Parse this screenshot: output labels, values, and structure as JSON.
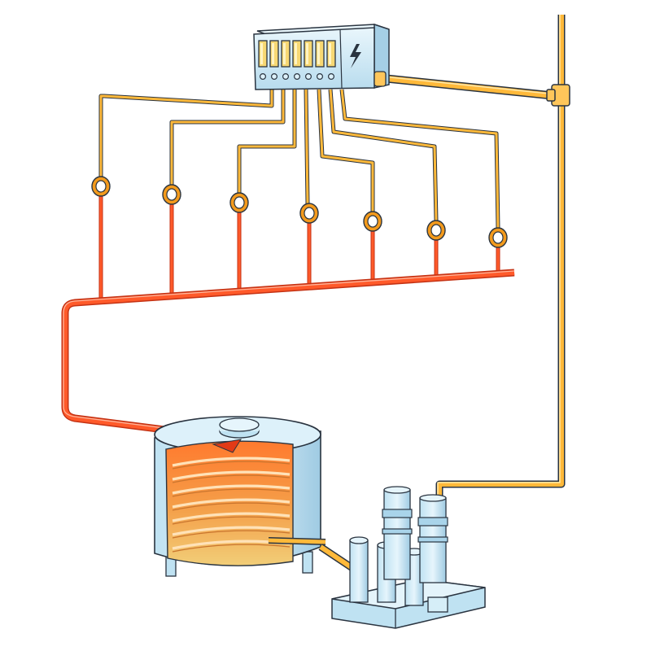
{
  "diagram": {
    "colors": {
      "supply_pipe": "#FFB93A",
      "supply_pipe_dark": "#E89A17",
      "return_pipe": "#FF5A2A",
      "return_pipe_dark": "#E0401A",
      "meter_ring": "#F39A1C",
      "steel_light": "#D6EEF8",
      "steel_mid": "#A9D4EA",
      "steel_dark": "#7FB4D2",
      "outline": "#2A3440",
      "tank_glow_top": "#FF8A3C",
      "tank_glow_bottom": "#F5C76B"
    },
    "control_box": {
      "icon": "lightning-bolt-icon",
      "channel_count": 7
    },
    "metered_loops": 7,
    "components": [
      "control-box",
      "supply-riser",
      "tee-fitting",
      "heat-meters",
      "return-manifold",
      "storage-tank",
      "pump-station"
    ]
  }
}
